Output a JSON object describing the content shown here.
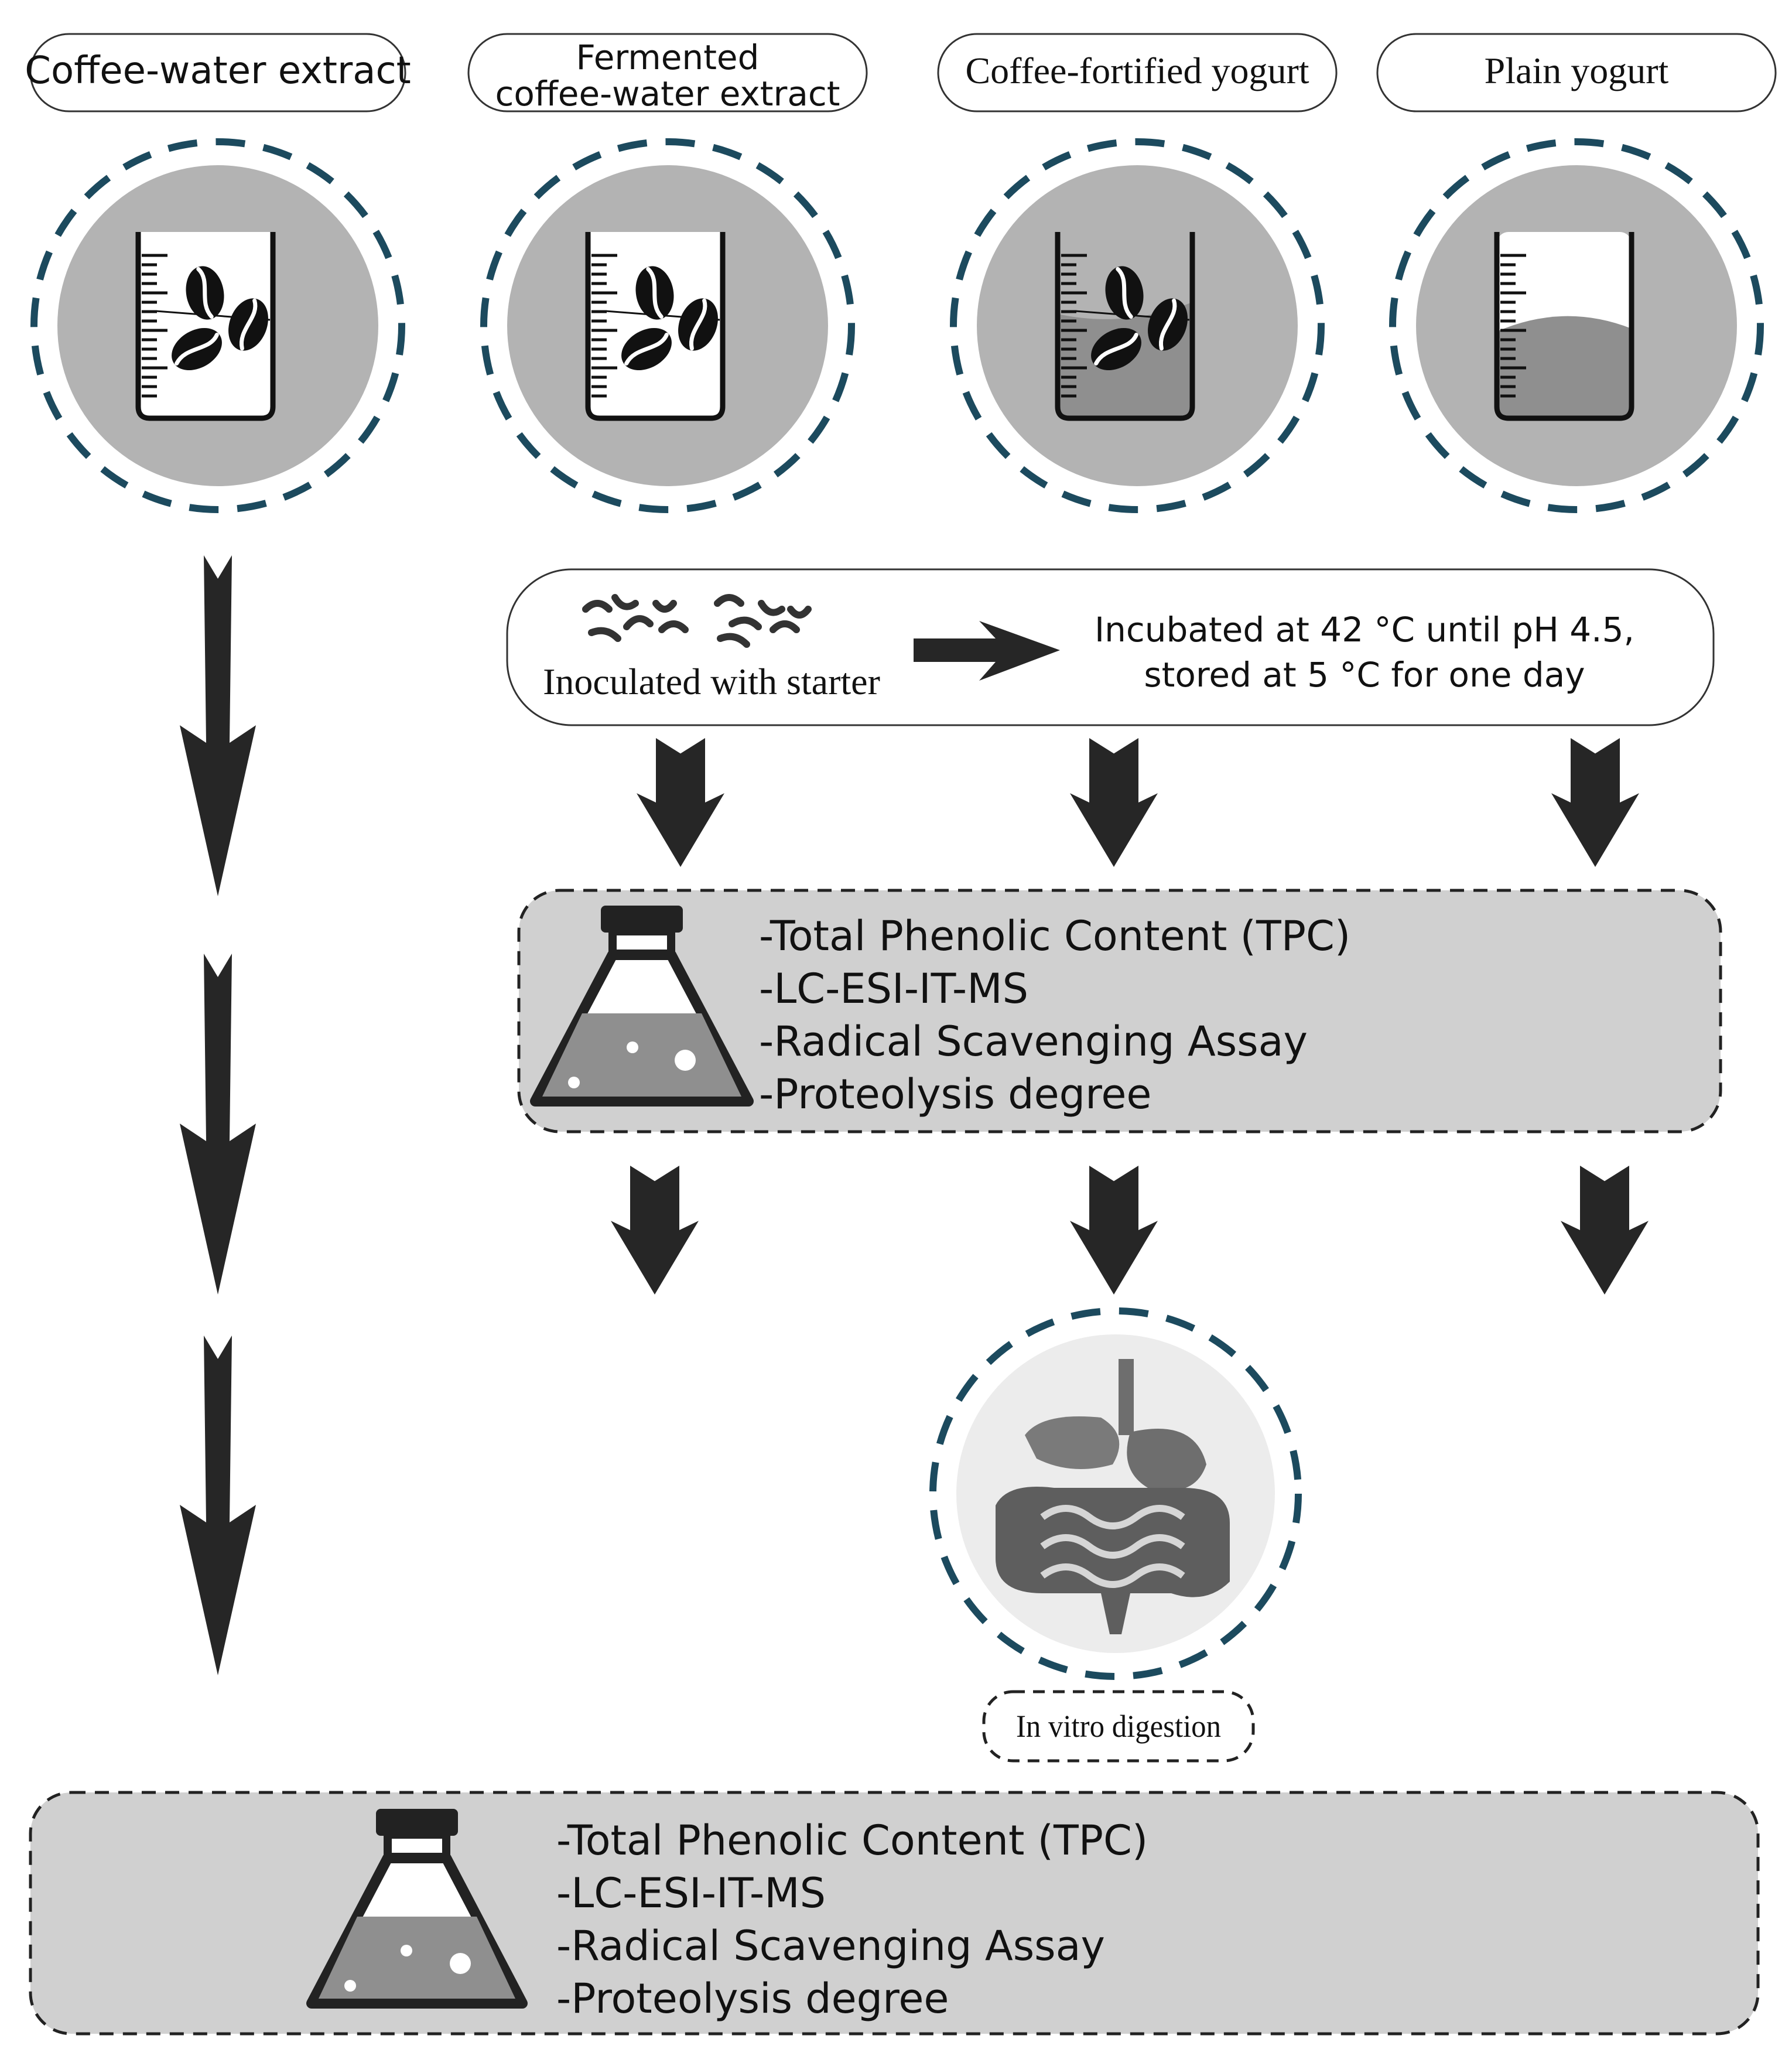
{
  "samples": [
    {
      "label_lines": [
        "Coffee-water extract"
      ],
      "font": "sans",
      "has_beans": true,
      "fill": "none"
    },
    {
      "label_lines": [
        "Fermented",
        "coffee-water extract"
      ],
      "font": "sans",
      "has_beans": true,
      "fill": "none"
    },
    {
      "label_lines": [
        "Coffee-fortified yogurt"
      ],
      "font": "serif",
      "has_beans": true,
      "fill": "yogurt"
    },
    {
      "label_lines": [
        "Plain yogurt"
      ],
      "font": "serif",
      "has_beans": false,
      "fill": "yogurt"
    }
  ],
  "process": {
    "inoculation_label": "Inoculated with starter",
    "incubation_lines": [
      "Incubated at 42 °C until pH 4.5,",
      "stored  at 5 °C for one day"
    ]
  },
  "analysis_items": [
    "-Total Phenolic Content (TPC)",
    "-LC-ESI-IT-MS",
    "-Radical Scavenging Assay",
    "-Proteolysis degree"
  ],
  "digestion_label": "In vitro digestion",
  "colors": {
    "circle_fill": "#b3b3b3",
    "dash_ring": "#1c4a5e",
    "arrow": "#262626",
    "panel_fill": "#d0d0d0",
    "liquid": "#8f8f8f",
    "organ": "#6e6e6e"
  },
  "icons": {
    "sample_icon": "beaker-icon",
    "bean_icon": "coffee-bean-icon",
    "analysis_icon": "flask-icon",
    "digestion_icon": "digestive-system-icon",
    "bacteria_icon": "bacteria-icon"
  }
}
